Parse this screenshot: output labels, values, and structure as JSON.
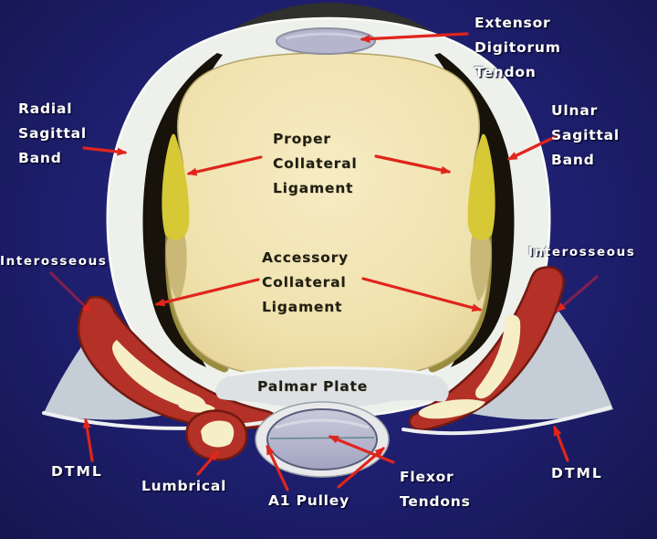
{
  "colors": {
    "background": "#1e1f6e",
    "capsule_white": "#eef0eb",
    "capsule_edge": "#fbfbf8",
    "cavity_dark": "#17130b",
    "shadow_arc": "#30302c",
    "bone_cream": "#f0e2ae",
    "bone_edge": "#b3a464",
    "ligament_yellow": "#d7c835",
    "ligament_tan": "#c9b878",
    "olive_rim": "#9a8c3e",
    "muscle_red": "#b33127",
    "muscle_outline": "#701a12",
    "muscle_streak_cream": "#f6eec6",
    "dtml_gray": "#c5ced6",
    "dtml_rim_white": "#edf0f0",
    "tendon_lavender": "#b5b6ce",
    "tendon_border": "#5c5d7c",
    "palmar_band_gray": "#dde1e4",
    "arrow_red": "#e0251c",
    "arrow_maroon": "#7c2150",
    "label_white": "#ffffff",
    "label_dark": "#201e12"
  },
  "labels": {
    "extensor_digitorum_tendon": "Extensor\nDigitorum\nTendon",
    "radial_sagittal_band": "Radial\nSagittal\nBand",
    "ulnar_sagittal_band": "Ulnar\nSagittal\nBand",
    "proper_collateral_ligament": "Proper\nCollateral\nLigament",
    "accessory_collateral_ligament": "Accessory\nCollateral\nLigament",
    "interosseous_left": "Interosseous",
    "interosseous_right": "Interosseous",
    "palmar_plate": "Palmar Plate",
    "dtml_left": "DTML",
    "dtml_right": "DTML",
    "lumbrical": "Lumbrical",
    "a1_pulley": "A1 Pulley",
    "flexor_tendons": "Flexor\nTendons"
  }
}
